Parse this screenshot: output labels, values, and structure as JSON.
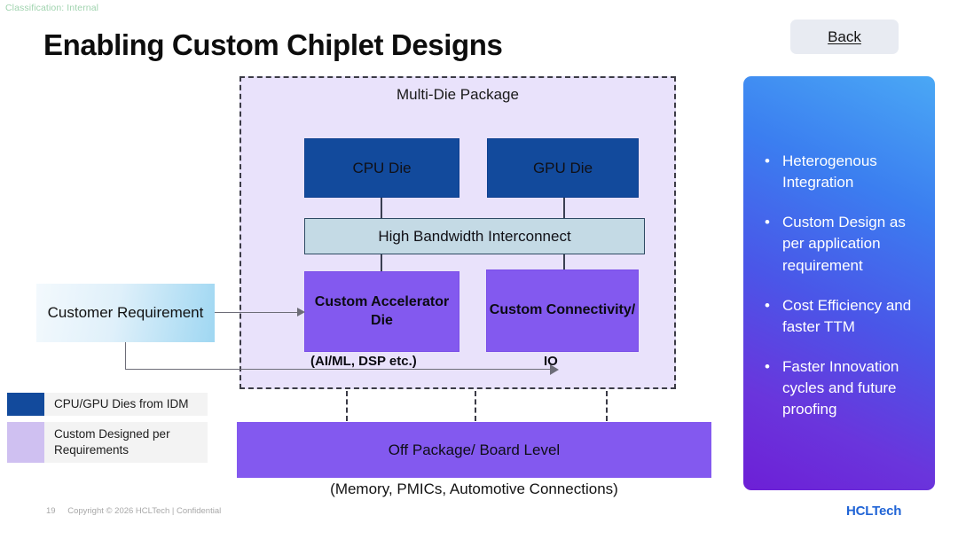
{
  "classification": "Classification: Internal",
  "header": {
    "title": "Enabling Custom Chiplet Designs",
    "back_label": "Back"
  },
  "diagram": {
    "package_label": "Multi-Die Package",
    "cpu_die": "CPU Die",
    "gpu_die": "GPU Die",
    "interconnect": "High Bandwidth Interconnect",
    "accelerator_die": "Custom Accelerator Die",
    "accelerator_caption": "(AI/ML, DSP etc.)",
    "connectivity_die": "Custom Connectivity/",
    "connectivity_caption": "IO",
    "customer_requirement": "Customer Requirement",
    "board_level": "Off Package/ Board Level",
    "board_caption": "(Memory, PMICs, Automotive Connections)"
  },
  "legend": {
    "items": [
      {
        "label": "CPU/GPU Dies from IDM",
        "color": "#124a9c"
      },
      {
        "label": "Custom Designed per Requirements",
        "color": "#cfc0f1"
      }
    ]
  },
  "benefits": {
    "bullet_glyph": "•",
    "items": [
      "Heterogenous Integration",
      "Custom Design as per application requirement",
      "Cost Efficiency and faster TTM",
      "Faster Innovation cycles and future proofing"
    ]
  },
  "footer": {
    "page_number": "19",
    "copyright": "Copyright © 2026 HCLTech | Confidential",
    "brand": "HCLTech"
  },
  "colors": {
    "idm_blue": "#124a9c",
    "custom_purple": "#8359ef",
    "legend_purple": "#cfc0f1",
    "interconnect_blue": "#c4dae5",
    "package_fill": "#e9e2fb",
    "brand_blue": "#2064d6",
    "classification_green": "#9fd3ae"
  }
}
